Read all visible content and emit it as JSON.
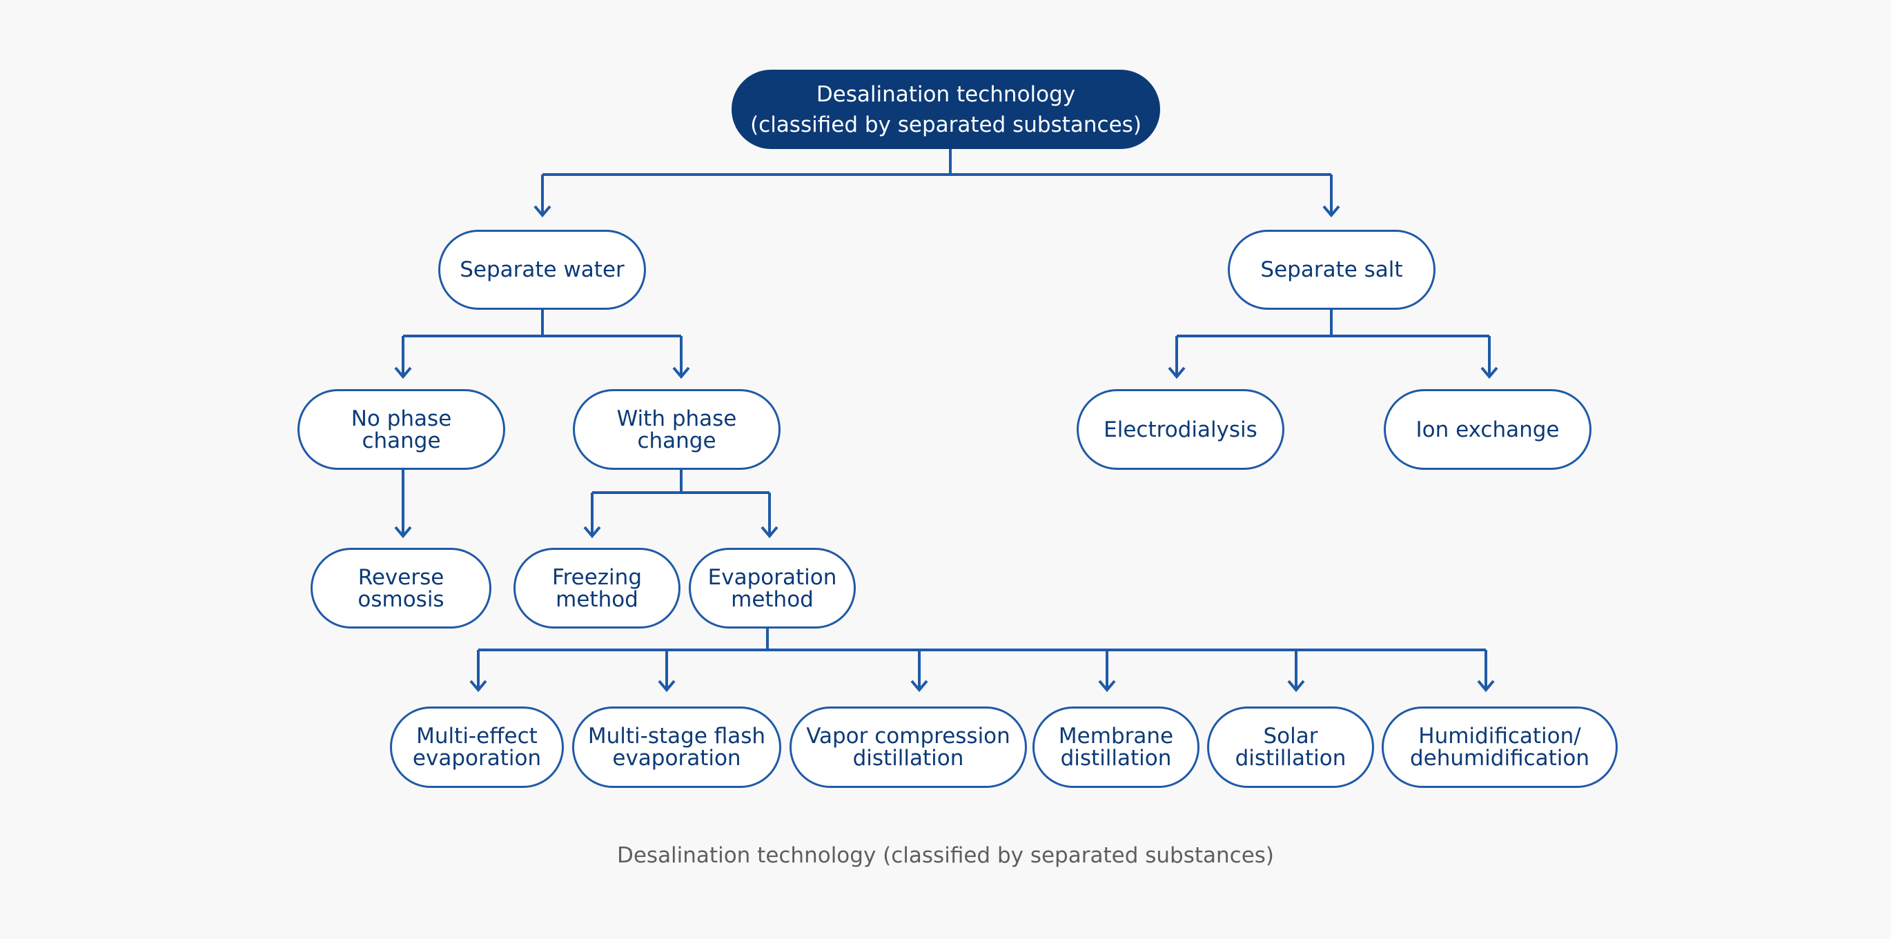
{
  "diagram": {
    "root": "Desalination technology\n(classified by separated substances)",
    "separate_water": "Separate water",
    "separate_salt": "Separate salt",
    "no_phase_change": "No phase\nchange",
    "with_phase_change": "With phase\nchange",
    "electrodialysis": "Electrodialysis",
    "ion_exchange": "Ion exchange",
    "reverse_osmosis": "Reverse\nosmosis",
    "freezing_method": "Freezing\nmethod",
    "evaporation_method": "Evaporation\nmethod",
    "multi_effect": "Multi-effect\nevaporation",
    "multi_stage_flash": "Multi-stage flash\nevaporation",
    "vapor_compression": "Vapor compression\ndistillation",
    "membrane": "Membrane\ndistillation",
    "solar": "Solar\ndistillation",
    "humidification": "Humidification/\ndehumidification"
  },
  "caption": "Desalination technology (classified by separated substances)",
  "colors": {
    "primary": "#0c3a77",
    "line": "#1f5aa6",
    "background": "#f8f8f9",
    "caption": "#5e5e5e"
  }
}
